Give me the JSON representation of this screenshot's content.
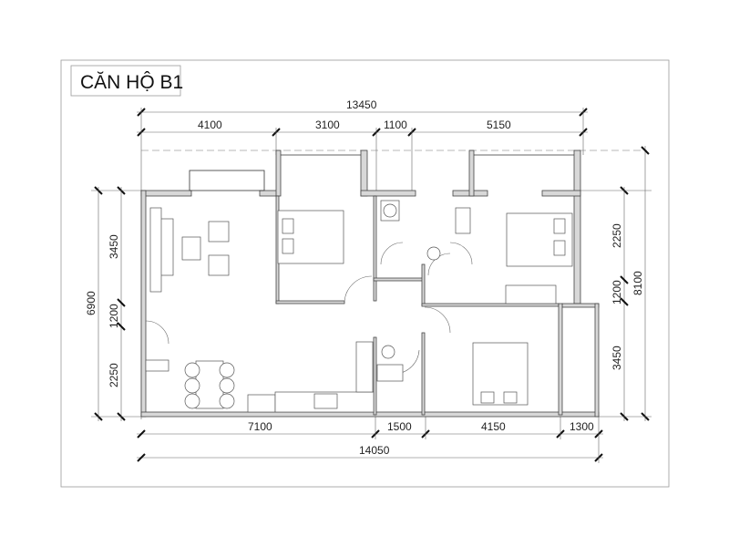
{
  "title": "CĂN HỘ B1",
  "dimensions": {
    "top_total": "13450",
    "top": [
      "4100",
      "3100",
      "1100",
      "5150"
    ],
    "bottom": [
      "7100",
      "1500",
      "4150",
      "1300"
    ],
    "bottom_total": "14050",
    "left_total": "6900",
    "left": [
      "3450",
      "1200",
      "2250"
    ],
    "right": [
      "2250",
      "1200",
      "3450"
    ],
    "right_total": "8100"
  }
}
